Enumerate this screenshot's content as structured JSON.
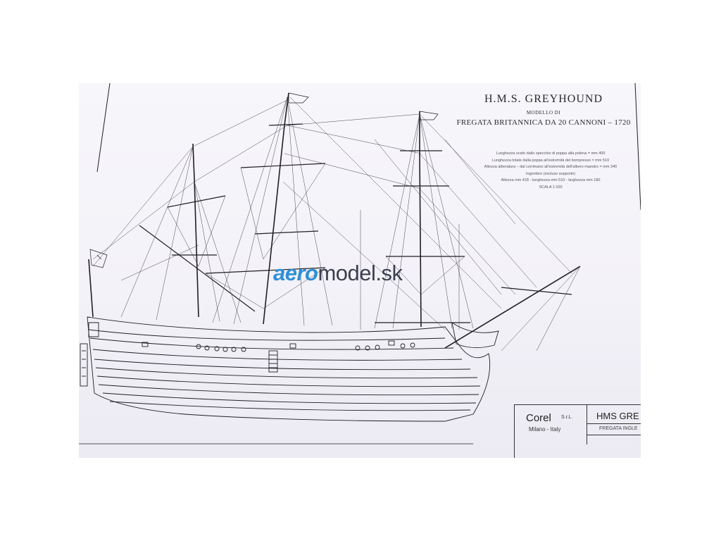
{
  "document": {
    "title": "H.M.S. GREYHOUND",
    "subtitle": "MODELLO DI",
    "subtitle2": "FREGATA BRITANNICA DA 20 CANNONI – 1720",
    "specs": [
      "Lunghezza scafo dallo specchio di poppa alla polena = mm 400",
      "Lunghezza totale dalla poppa all'estremità del bompresso = mm 510",
      "Altezza alberatura – dal corrimano all'estremità dell'albero maestro = mm 340",
      "Ingombro (escluso supporto)",
      "Altezza mm 418 - lunghezza mm 510 - larghezza mm 180",
      "SCALA 1:100"
    ]
  },
  "watermark": {
    "part1": "aero",
    "part2": "model.sk"
  },
  "title_block": {
    "company": "Corel",
    "suffix": "S.r.L.",
    "location": "Milano - Italy",
    "model_name": "HMS GRE",
    "model_sub": "FREGATA INGLE"
  },
  "colors": {
    "paper": "#f3f2f8",
    "ink": "#2a2a2e",
    "watermark_blue": "#2f8fd6",
    "watermark_dark": "#3b3f50"
  }
}
